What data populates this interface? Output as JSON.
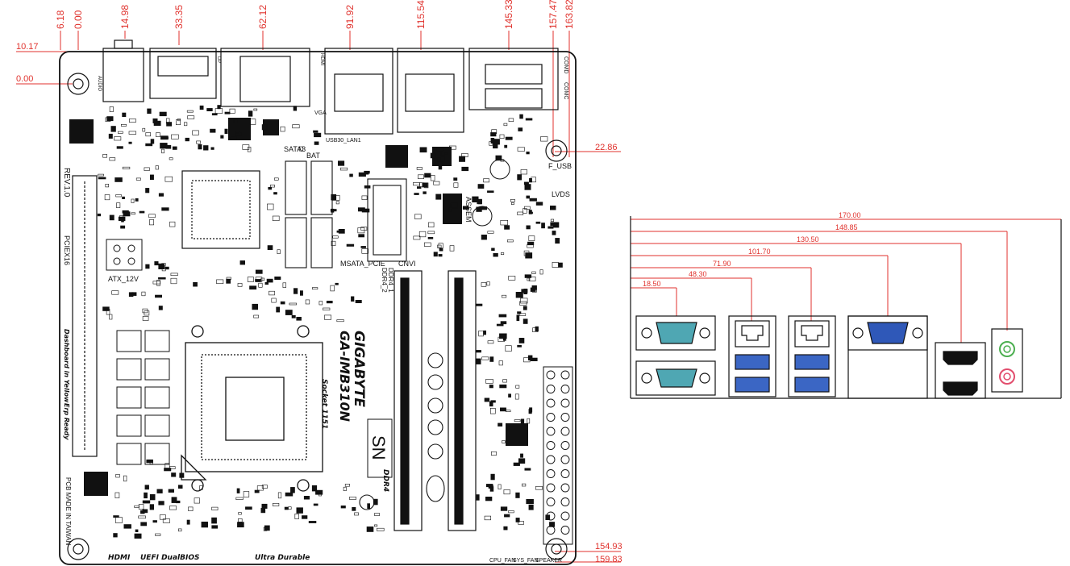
{
  "dimensions": {
    "top": [
      "6.18",
      "0.00",
      "14.98",
      "33.35",
      "62.12",
      "91.92",
      "115.54",
      "145.33",
      "157.47",
      "163.82"
    ],
    "left": [
      "10.17",
      "0.00"
    ],
    "right": [
      "22.86",
      "154.93",
      "159.83"
    ],
    "io_panel": [
      "170.00",
      "148.85",
      "130.50",
      "101.70",
      "71.90",
      "48.30",
      "18.50"
    ]
  },
  "board": {
    "brand": "GIGABYTE",
    "model": "GA-IMB310N",
    "socket": "Socket 1151",
    "revision": "REV.1.0",
    "serial_box": "SN",
    "made_in": "PCB MADE IN TAIWAN",
    "slogans": [
      "HDMI",
      "UEFI DualBIOS",
      "Ultra Durable"
    ],
    "side_slogans": [
      "Dashboard in Yellow",
      "Erp Ready"
    ],
    "memory_tag": "DDR4",
    "labels": {
      "atx_12v": "ATX_12V",
      "pciex16": "PCIEX16",
      "bat": "BAT",
      "sata3": "SATA3",
      "msata_pcie": "MSATA_PCIE",
      "cnvi": "CNVI",
      "ddr4_1": "DDR4_1",
      "ddr4_2": "DDR4_2",
      "lvds": "LVDS",
      "f_usb": "F_USB",
      "assem": "ASSEM",
      "usb30_lan1": "USB30_LAN1",
      "cpu_fan": "CPU_FAN",
      "sys_fan": "SYS_FAN",
      "speaker": "SPEAKER",
      "comd": "COMD",
      "comc": "COMC",
      "hdmi": "HDMI",
      "vga": "VGA",
      "audio": "AUDIO",
      "dp": "DP"
    }
  },
  "colors": {
    "dimension": "#e0322d",
    "usb_blue": "#3b66c4",
    "com_teal": "#4fa7b3",
    "vga_blue": "#2f58b8",
    "audio_green": "#4caf50",
    "audio_pink": "#e24d6d"
  }
}
